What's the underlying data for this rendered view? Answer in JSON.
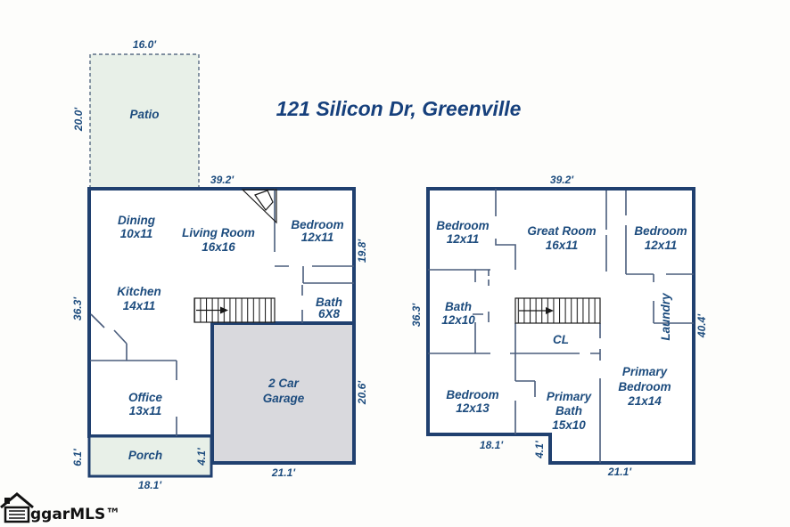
{
  "title": "121 Silicon Dr, Greenville",
  "logo": {
    "text": "ggarMLS™"
  },
  "colors": {
    "wall_navy": "#20406f",
    "interior_wall": "#4a5d7c",
    "label_blue": "#1d4c7e",
    "title_blue": "#16407c",
    "patio_fill": "#e8f0e8",
    "porch_fill": "#e8f0e8",
    "garage_fill": "#d9d9dd",
    "background": "#fdfdfb"
  },
  "first_floor": {
    "patio": {
      "name": "Patio",
      "dim_top": "16.0'",
      "dim_left": "20.0'"
    },
    "dims": {
      "top": "39.2'",
      "right_upper": "19.8'",
      "left": "36.3'",
      "garage_right": "20.6'",
      "garage_bottom": "21.1'",
      "porch_left": "6.1'",
      "porch_right": "4.1'",
      "porch_bottom": "18.1'"
    },
    "rooms": {
      "dining": {
        "name": "Dining",
        "size": "10x11"
      },
      "living": {
        "name": "Living Room",
        "size": "16x16"
      },
      "bedroom": {
        "name": "Bedroom",
        "size": "12x11"
      },
      "kitchen": {
        "name": "Kitchen",
        "size": "14x11"
      },
      "bath": {
        "name": "Bath",
        "size": "6X8"
      },
      "office": {
        "name": "Office",
        "size": "13x11"
      },
      "garage": {
        "line1": "2 Car",
        "line2": "Garage"
      },
      "porch": {
        "name": "Porch"
      }
    }
  },
  "second_floor": {
    "dims": {
      "top": "39.2'",
      "left": "36.3'",
      "right": "40.4'",
      "bottom_left": "18.1'",
      "bottom_step": "4.1'",
      "bottom_right": "21.1'"
    },
    "rooms": {
      "bedroom_tl": {
        "name": "Bedroom",
        "size": "12x11"
      },
      "great_room": {
        "name": "Great Room",
        "size": "16x11"
      },
      "bedroom_tr": {
        "name": "Bedroom",
        "size": "12x11"
      },
      "bath": {
        "name": "Bath",
        "size": "12x10"
      },
      "laundry": {
        "name": "Laundry"
      },
      "closet": {
        "name": "CL"
      },
      "bedroom_bl": {
        "name": "Bedroom",
        "size": "12x13"
      },
      "primary_bath": {
        "line1": "Primary",
        "line2": "Bath",
        "size": "15x10"
      },
      "primary_bedroom": {
        "line1": "Primary",
        "line2": "Bedroom",
        "size": "21x14"
      }
    }
  }
}
